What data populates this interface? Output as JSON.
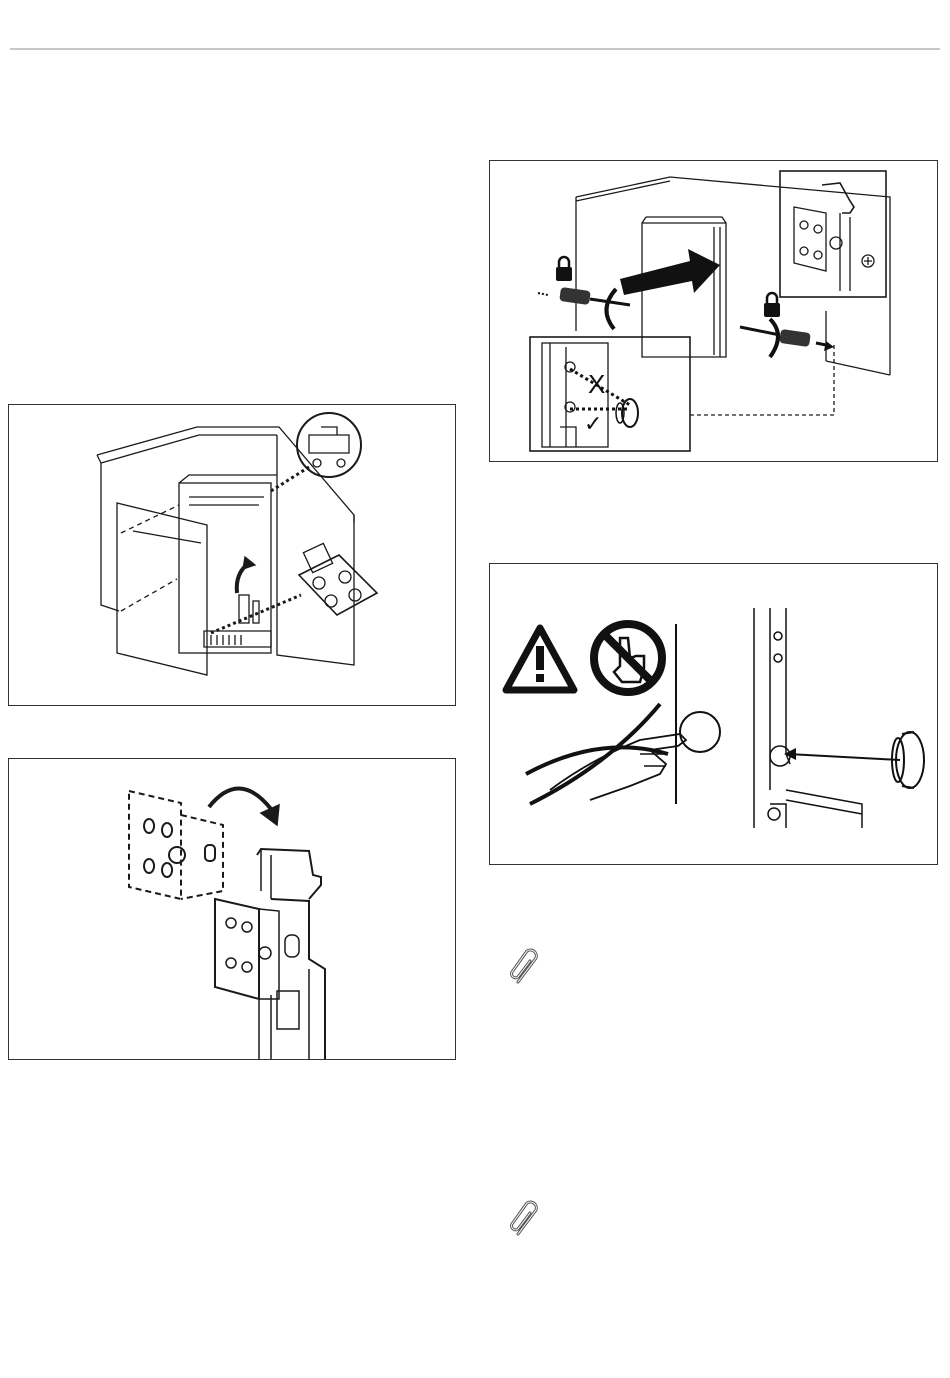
{
  "figures": [
    {
      "id": "fig-mounting-hinges",
      "icons": [
        "hinge-plate-detail",
        "rotate-arrow-icon"
      ]
    },
    {
      "id": "fig-hinge-attach",
      "icons": [
        "rotate-arrow-icon"
      ]
    },
    {
      "id": "fig-screw-fix",
      "icons": [
        "lock-icon",
        "screwdriver-icon",
        "push-arrow-icon"
      ],
      "marks": {
        "wrong": "X",
        "right": "✓"
      }
    },
    {
      "id": "fig-warning-cap",
      "icons": [
        "warning-triangle-icon",
        "no-touch-icon",
        "cover-cap-icon"
      ]
    }
  ],
  "notes": [
    {
      "icon": "paperclip-icon"
    },
    {
      "icon": "paperclip-icon"
    }
  ],
  "colors": {
    "line": "#1a1a1a",
    "rule": "#c8c8c8",
    "border": "#333333"
  }
}
